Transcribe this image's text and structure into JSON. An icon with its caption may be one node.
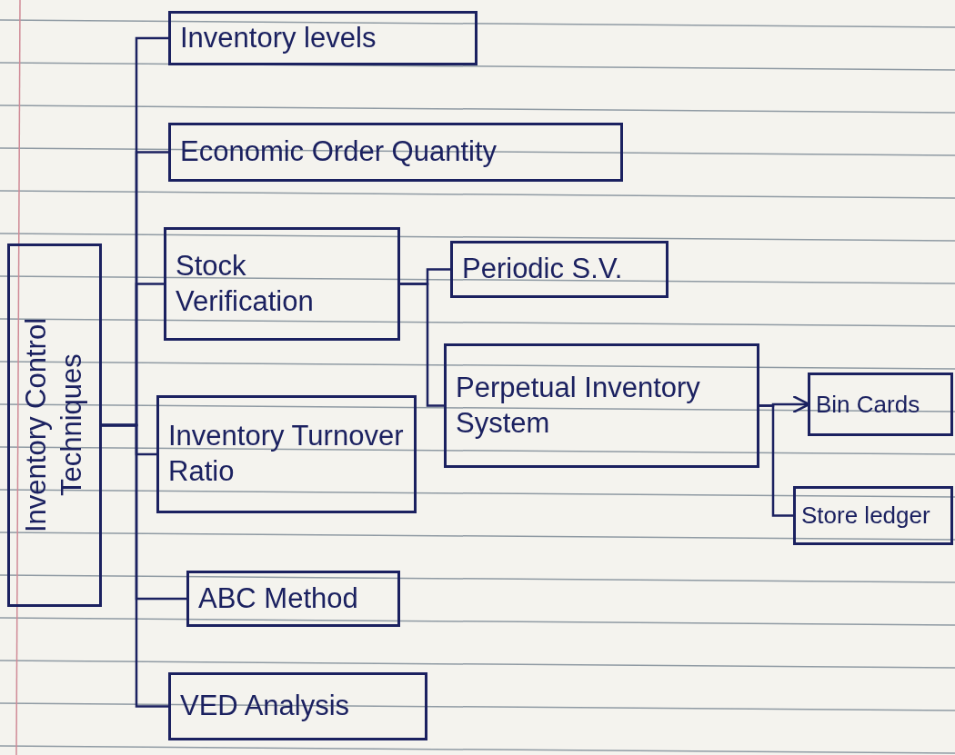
{
  "diagram": {
    "nodes": [
      {
        "text": [
          "Inventory Control Techniques"
        ]
      },
      {
        "text": [
          "Inventory levels"
        ]
      },
      {
        "text": [
          "Economic Order Quantity"
        ]
      },
      {
        "text": [
          "Stock Verification"
        ]
      },
      {
        "text": [
          "Inventory Turnover Ratio"
        ]
      },
      {
        "text": [
          "ABC Method"
        ]
      },
      {
        "text": [
          "VED Analysis"
        ]
      },
      {
        "text": [
          "Periodic S.V."
        ]
      },
      {
        "text": [
          "Perpetual Inventory System"
        ]
      },
      {
        "text": [
          "Bin Cards"
        ]
      },
      {
        "text": [
          "Store ledger"
        ]
      }
    ],
    "edges": [
      {
        "from": 0,
        "to": 1,
        "arrow": "none"
      },
      {
        "from": 0,
        "to": 2,
        "arrow": "none"
      },
      {
        "from": 0,
        "to": 3,
        "arrow": "none"
      },
      {
        "from": 0,
        "to": 4,
        "arrow": "none"
      },
      {
        "from": 0,
        "to": 5,
        "arrow": "none"
      },
      {
        "from": 0,
        "to": 6,
        "arrow": "none"
      },
      {
        "from": 3,
        "to": 7,
        "arrow": "none"
      },
      {
        "from": 3,
        "to": 8,
        "arrow": "none"
      },
      {
        "from": 8,
        "to": 9,
        "arrow": "to"
      },
      {
        "from": 8,
        "to": 10,
        "arrow": "none"
      }
    ]
  }
}
